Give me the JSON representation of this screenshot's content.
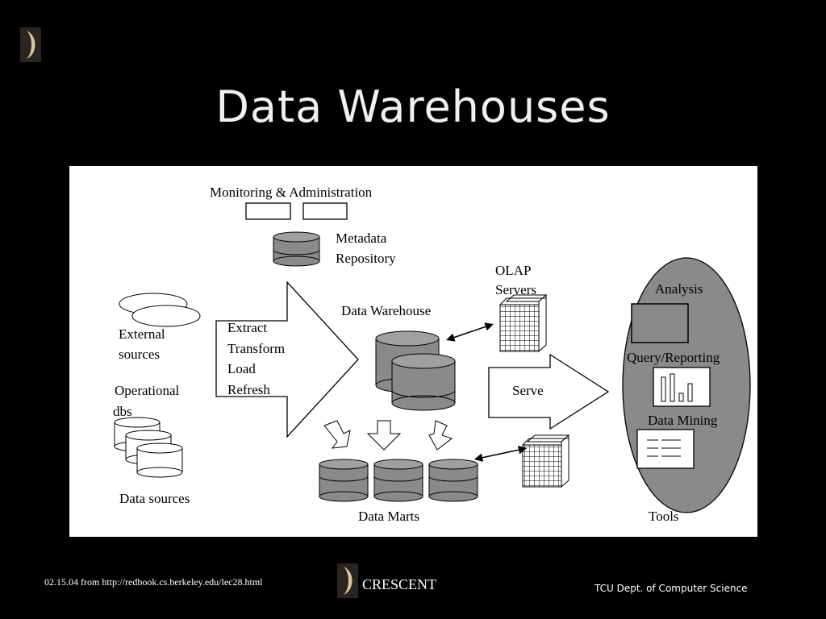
{
  "slide": {
    "title": "Data Warehouses"
  },
  "diagram": {
    "monitoring_label": "Monitoring & Administration",
    "metadata_line1": "Metadata",
    "metadata_line2": "Repository",
    "olap_line1": "OLAP",
    "olap_line2": "Servers",
    "external_line1": "External",
    "external_line2": "sources",
    "operational_line1": "Operational",
    "operational_line2": "dbs",
    "etl_steps": [
      "Extract",
      "Transform",
      "Load",
      "Refresh"
    ],
    "data_warehouse_label": "Data Warehouse",
    "serve_label": "Serve",
    "data_sources_label": "Data sources",
    "data_marts_label": "Data Marts",
    "tools_label": "Tools",
    "tools_items": [
      "Analysis",
      "Query/Reporting",
      "Data Mining"
    ],
    "colors": {
      "cylinder_fill": "#8a8a8a",
      "tools_ellipse_fill": "#8a8a8a",
      "panel_background": "#ffffff"
    }
  },
  "footer": {
    "source_note": "02.15.04 from http://redbook.cs.berkeley.edu/lec28.html",
    "brand": "CRESCENT",
    "department": "TCU Dept. of Computer Science"
  }
}
